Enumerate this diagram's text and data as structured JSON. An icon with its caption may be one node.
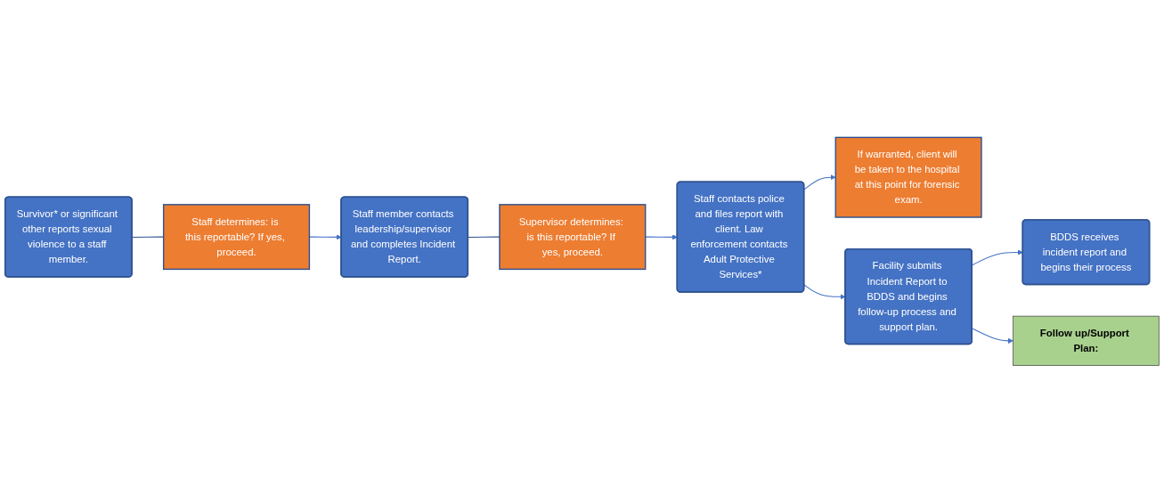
{
  "diagram": {
    "nodes": [
      {
        "text": [
          "Survivor* or significant other reports sexual violence to a staff member."
        ]
      },
      {
        "text": [
          "Staff determines: is this reportable? If yes, proceed."
        ]
      },
      {
        "text": [
          "Staff member contacts leadership/supervisor and completes Incident Report."
        ]
      },
      {
        "text": [
          "Supervisor determines: is this reportable? If yes, proceed."
        ]
      },
      {
        "text": [
          "If warranted, client will be taken to the hospital at this point for forensic exam."
        ]
      },
      {
        "text": [
          "Staff contacts police and files report with client. Law enforcement contacts Adult Protective Services*"
        ]
      },
      {
        "text": [
          "Facility submits Incident Report to BDDS and begins follow-up process and support plan."
        ]
      },
      {
        "text": [
          "BDDS receives incident report and begins their process"
        ]
      },
      {
        "text": [
          "Follow up/Support Plan:"
        ]
      }
    ],
    "edges": [
      {
        "from": 0,
        "to": 1,
        "arrow": "none",
        "color": "#2f528f"
      },
      {
        "from": 1,
        "to": 2,
        "arrow": "to"
      },
      {
        "from": 2,
        "to": 3,
        "arrow": "none",
        "color": "#2f528f"
      },
      {
        "from": 3,
        "to": 5,
        "arrow": "to"
      },
      {
        "from": 5,
        "to": 4,
        "arrow": "to"
      },
      {
        "from": 5,
        "to": 6,
        "arrow": "to"
      },
      {
        "from": 6,
        "to": 7,
        "arrow": "to"
      },
      {
        "from": 6,
        "to": 8,
        "arrow": "to"
      }
    ]
  }
}
